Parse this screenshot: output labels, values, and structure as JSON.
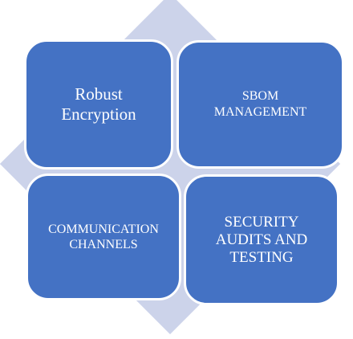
{
  "diagram": {
    "tiles": [
      {
        "label": "Robust\nEncryption"
      },
      {
        "label": "SBOM\nMANAGEMENT"
      },
      {
        "label": "COMMUNICATION\nCHANNELS"
      },
      {
        "label": "SECURITY\nAUDITS AND\nTESTING"
      }
    ],
    "colors": {
      "tile_fill": "#4472c4",
      "tile_border": "#ffffff",
      "diamond_fill": "#ccd3ea",
      "text": "#ffffff"
    }
  }
}
